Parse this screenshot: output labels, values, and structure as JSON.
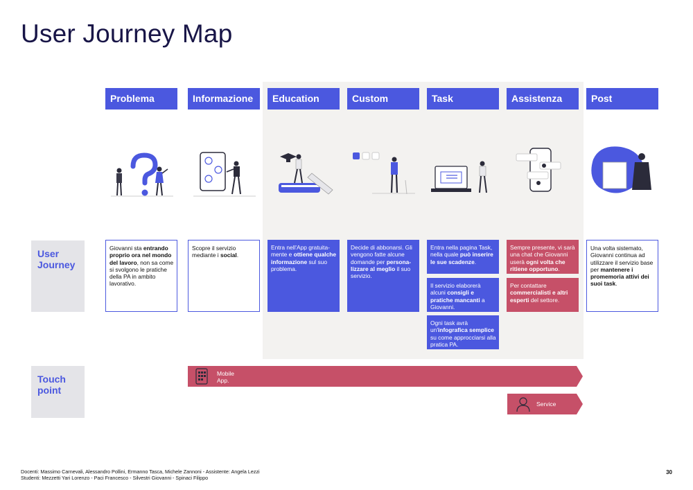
{
  "title": "User Journey Map",
  "stages": [
    "Problema",
    "Informazione",
    "Education",
    "Custom",
    "Task",
    "Assistenza",
    "Post"
  ],
  "rows": {
    "user_journey": "User Journey",
    "touch_point": "Touch point"
  },
  "cards": {
    "problema": [
      "Giovanni sta ",
      "entrando proprio ora nel mondo del lavoro",
      ", non sa come si svolgono le pratiche della PA in ambito lavorativo."
    ],
    "informazione": [
      "Scopre il servizio mediante i ",
      "social",
      "."
    ],
    "education": [
      "Entra nell'App gratuita-mente e ",
      "ottiene qualche informazione",
      " sul suo problema."
    ],
    "custom": [
      "Decide di abbonarsi. Gli vengono fatte alcune domande per ",
      "persona-lizzare al meglio",
      " il suo servizio."
    ],
    "task1": [
      "Entra nella pagina Task, nella quale ",
      "può inserire le sue scadenze",
      "."
    ],
    "task2": [
      "Il servizio elaborerà alcuni ",
      "consigli e pratiche mancanti",
      " a Giovanni."
    ],
    "task3": [
      "Ogni task avrà un'",
      "infografica semplice",
      " su come approcciarsi alla pratica PA."
    ],
    "assistenza1": [
      "Sempre presente, vi sarà una chat che Giovanni userà ",
      "ogni volta che ritiene opportuno",
      "."
    ],
    "assistenza2": [
      "Per contattare ",
      "commercialisti e altri esperti",
      " del settore."
    ],
    "post": [
      "Una volta sistemato, Giovanni continua ad utilizzare il servizio base per ",
      "mantenere i promemoria attivi dei suoi task",
      "."
    ]
  },
  "touchpoints": {
    "mobile": [
      "Mobile",
      "App."
    ],
    "service": "Service"
  },
  "footer": {
    "docenti": "Docenti: Massimo Carnevali, Alessandro Pollini, Ermanno Tasca, Michele Zannoni - Assistente: Angela Lezzi",
    "studenti": "Studenti: Mezzetti Yari Lorenzo - Paci Francesco - Silvestri Giovanni - Spinaci Filippo",
    "page": "30"
  },
  "colors": {
    "accent_blue": "#4b58df",
    "accent_red": "#c65068",
    "navy": "#181547",
    "band": "#f3f2f0"
  },
  "icons": [
    "people-question-icon",
    "social-tablet-icon",
    "book-education-icon",
    "checklist-person-icon",
    "laptop-task-icon",
    "phone-chat-icon",
    "manager-post-icon",
    "phone-keypad-icon",
    "service-person-icon"
  ]
}
